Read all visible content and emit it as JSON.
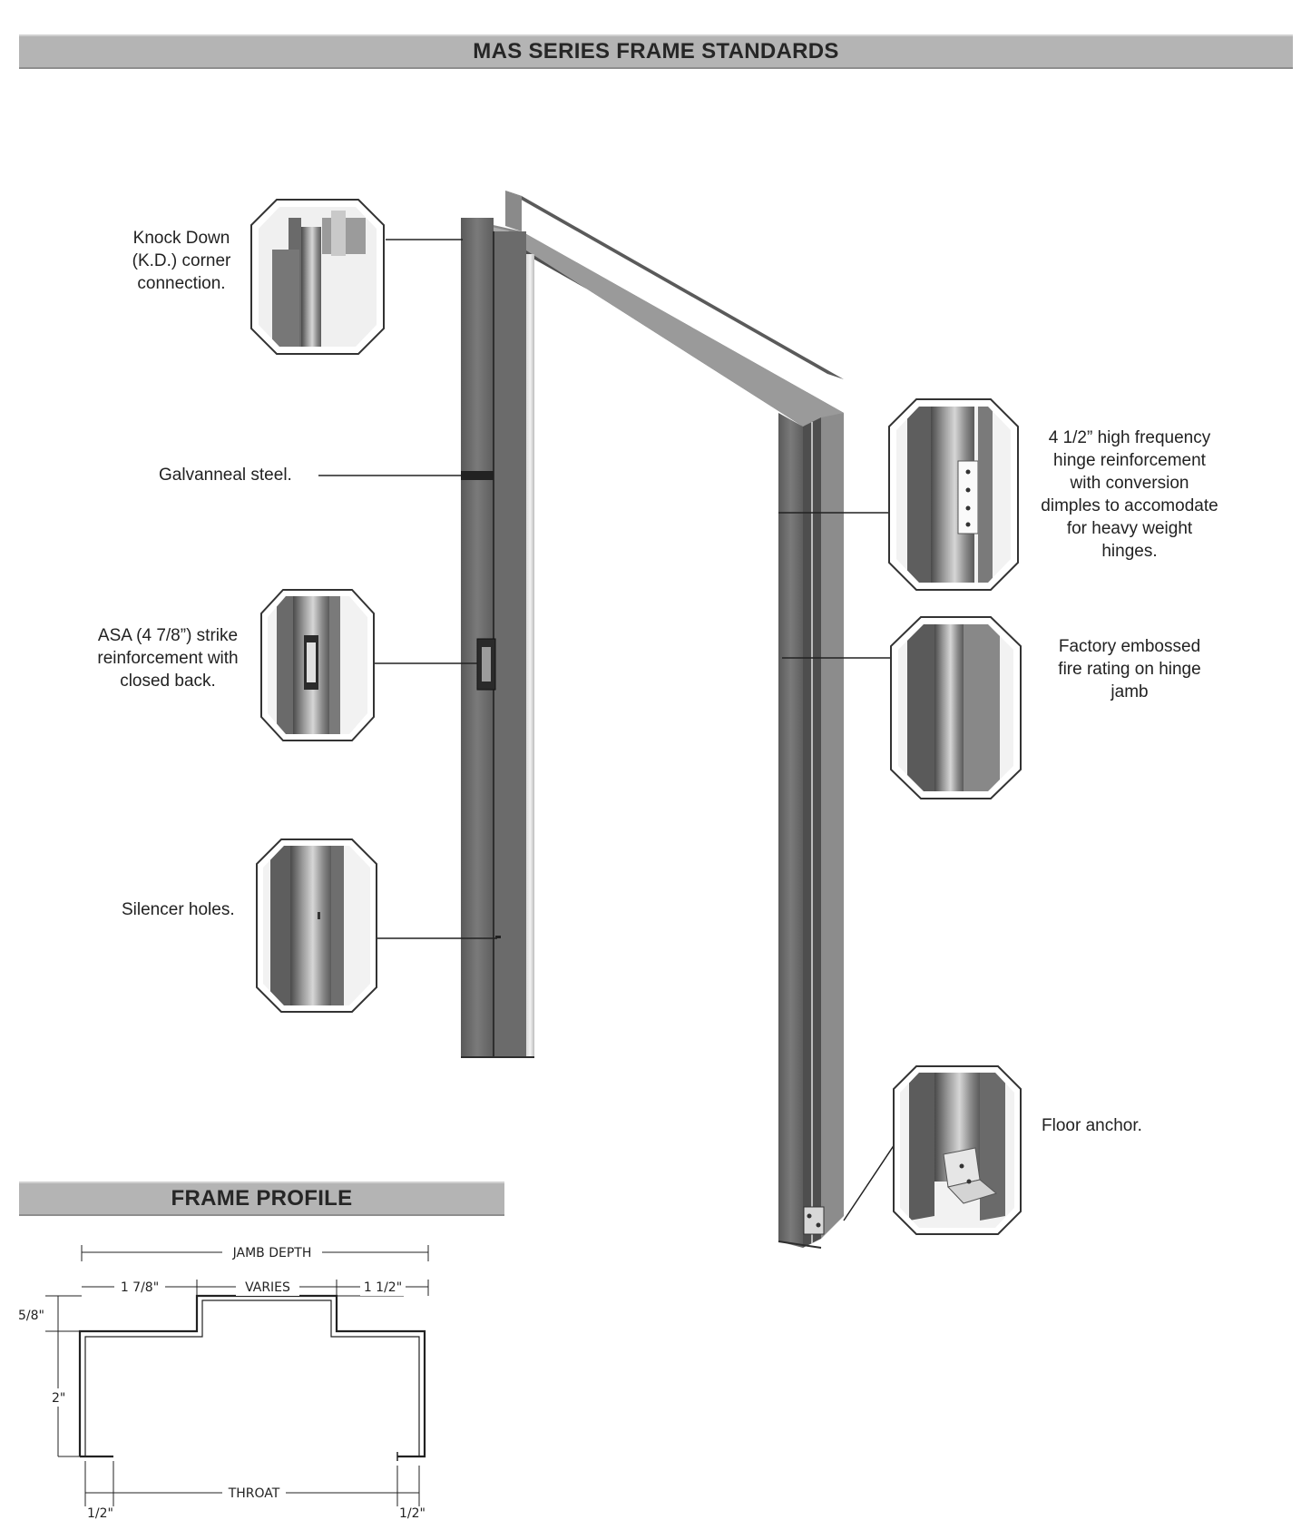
{
  "header": {
    "title": "MAS SERIES FRAME STANDARDS"
  },
  "profile": {
    "title": "FRAME PROFILE",
    "dims": {
      "jamb_depth": "JAMB DEPTH",
      "face_left": "1 7/8\"",
      "varies": "VARIES",
      "face_right": "1 1/2\"",
      "stop": "5/8\"",
      "return": "2\"",
      "throat": "THROAT",
      "back_left": "1/2\"",
      "back_right": "1/2\""
    }
  },
  "callouts": {
    "kd_corner": [
      "Knock Down",
      "(K.D.) corner",
      "connection."
    ],
    "galvanneal": [
      "Galvanneal steel."
    ],
    "strike": [
      "ASA (4 7/8”) strike",
      "reinforcement with",
      "closed back."
    ],
    "silencer": [
      "Silencer holes."
    ],
    "hinge": [
      "4 1/2” high frequency",
      "hinge reinforcement",
      "with conversion",
      "dimples to accomodate",
      "for heavy weight",
      "hinges."
    ],
    "fire_rating": [
      "Factory embossed",
      "fire rating on hinge",
      "jamb"
    ],
    "floor_anchor": [
      "Floor anchor."
    ]
  },
  "colors": {
    "banner": "#b4b4b4",
    "steel_dark": "#6e6e6e",
    "steel_light": "#bcbcbc"
  }
}
